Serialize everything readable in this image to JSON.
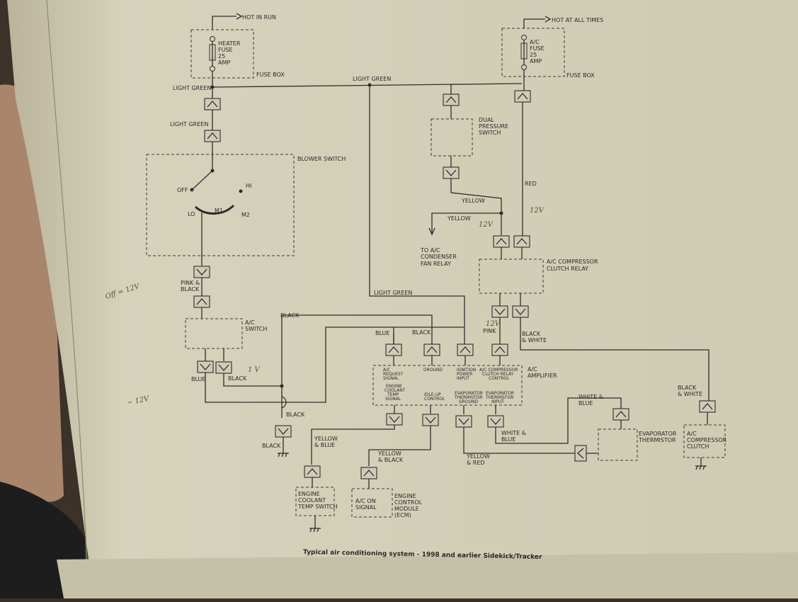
{
  "labels": {
    "hot_in_run": "HOT IN RUN",
    "hot_at_all_times": "HOT AT ALL TIMES",
    "heater_fuse": [
      "HEATER",
      "FUSE",
      "25",
      "AMP"
    ],
    "ac_fuse": [
      "A/C",
      "FUSE",
      "25",
      "AMP"
    ],
    "fuse_box_1": "FUSE BOX",
    "fuse_box_2": "FUSE BOX",
    "light_green_1": "LIGHT GREEN",
    "light_green_2": "LIGHT GREEN",
    "light_green_3": "LIGHT GREEN",
    "light_green_4": "LIGHT GREEN",
    "dual_pressure_switch": [
      "DUAL",
      "PRESSURE",
      "SWITCH"
    ],
    "blower_switch": "BLOWER SWITCH",
    "off": "OFF",
    "hi": "HI",
    "lo": "LO",
    "m1": "M1",
    "m2": "M2",
    "red": "RED",
    "yellow_1": "YELLOW",
    "yellow_2": "YELLOW",
    "to_condenser": [
      "TO A/C",
      "CONDENSER",
      "FAN RELAY"
    ],
    "ac_compressor_clutch_relay": [
      "A/C COMPRESSOR",
      "CLUTCH RELAY"
    ],
    "pink_black": [
      "PINK &",
      "BLACK"
    ],
    "ac_switch": [
      "A/C",
      "SWITCH"
    ],
    "black_1": "BLACK",
    "black_2": "BLACK",
    "black_3": "BLACK",
    "black_4": "BLACK",
    "black_5": "BLACK",
    "blue_1": "BLUE",
    "blue_2": "BLUE",
    "pink": "PINK",
    "black_white_1": [
      "BLACK",
      "& WHITE"
    ],
    "black_white_2": [
      "BLACK",
      "& WHITE"
    ],
    "ac_amplifier": [
      "A/C",
      "AMPLIFIER"
    ],
    "amp_top_inputs": [
      [
        "A/C",
        "REQUEST",
        "SIGNAL"
      ],
      [
        "GROUND"
      ],
      [
        "IGNITION",
        "POWER",
        "INPUT"
      ],
      [
        "A/C COMPRESSOR",
        "CLUTCH RELAY",
        "CONTROL"
      ]
    ],
    "amp_bottom_inputs": [
      [
        "ENGINE",
        "COOLANT",
        "TEMP",
        "SIGNAL"
      ],
      [
        "IDLE-UP",
        "CONTROL"
      ],
      [
        "EVAPORATOR",
        "THERMISTOR",
        "GROUND"
      ],
      [
        "EVAPORATOR",
        "THERMISTOR",
        "INPUT"
      ]
    ],
    "white_blue_1": [
      "WHITE &",
      "BLUE"
    ],
    "white_blue_2": [
      "WHITE &",
      "BLUE"
    ],
    "evaporator_thermistor": [
      "EVAPORATOR",
      "THERMISTOR"
    ],
    "ac_compressor_clutch": [
      "A/C",
      "COMPRESSOR",
      "CLUTCH"
    ],
    "yellow_blue": [
      "YELLOW",
      "& BLUE"
    ],
    "yellow_black": [
      "YELLOW",
      "& BLACK"
    ],
    "yellow_red": [
      "YELLOW",
      "& RED"
    ],
    "engine_coolant_temp_switch": [
      "ENGINE",
      "COOLANT",
      "TEMP SWITCH"
    ],
    "ac_on_signal": [
      "A/C ON",
      "SIGNAL"
    ],
    "ecm": [
      "ENGINE",
      "CONTROL",
      "MODULE",
      "(ECM)"
    ]
  },
  "handwriting": {
    "h_12v_red": "12V",
    "h_12v_yellow": "12V",
    "h_12v_pink": "12V",
    "h_offpink": "Off = 12V",
    "h_1v": "1 V",
    "h_margin": "~ 12V"
  },
  "caption": "Typical air conditioning system - 1998 and earlier Sidekick/Tracker"
}
